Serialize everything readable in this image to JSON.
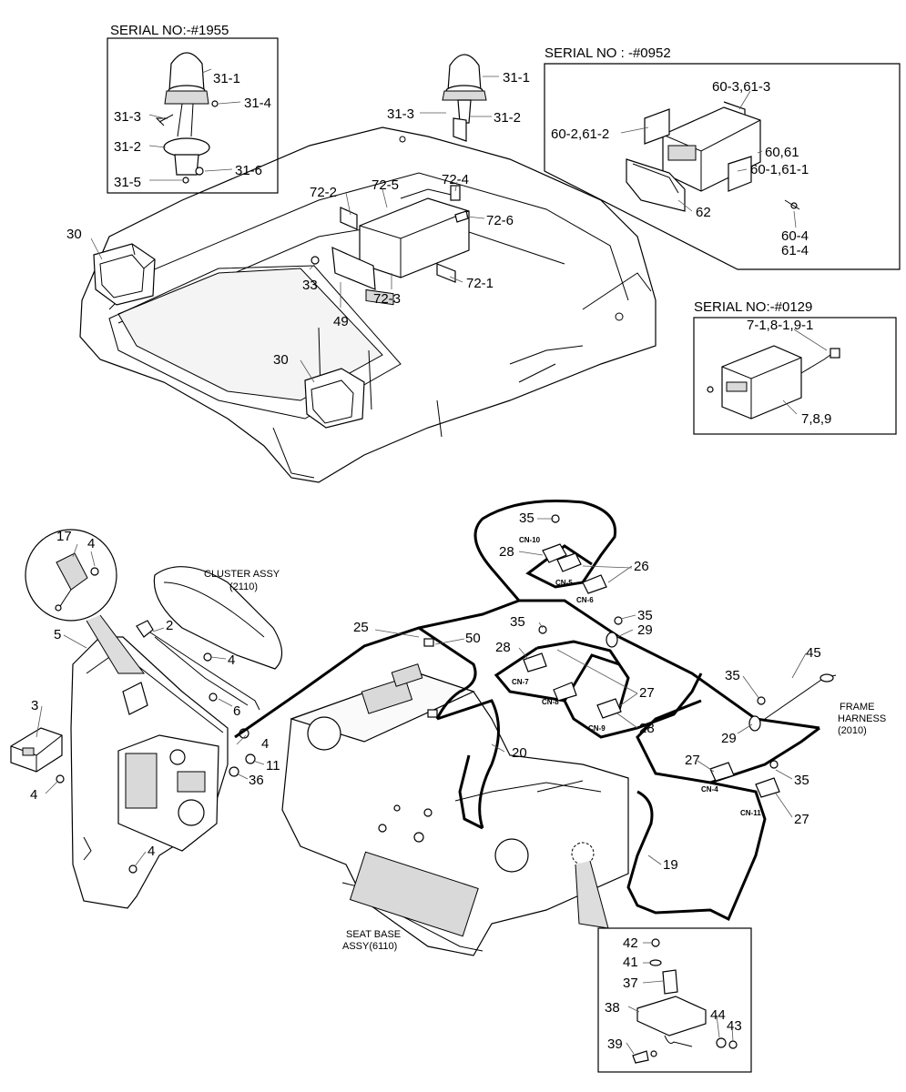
{
  "insets": {
    "beacon": {
      "serial": "SERIAL NO:-#1955",
      "labels": [
        "31-1",
        "31-3",
        "31-4",
        "31-2",
        "31-6",
        "31-5"
      ]
    },
    "radio_b": {
      "serial": "SERIAL NO : -#0952",
      "labels": [
        "60-3,61-3",
        "60-2,61-2",
        "60,61",
        "60-1,61-1",
        "62",
        "60-4",
        "61-4"
      ]
    },
    "radio_c": {
      "serial": "SERIAL NO:-#0129",
      "labels": [
        "7-1,8-1,9-1",
        "7,8,9"
      ]
    },
    "switch": {
      "labels": [
        "42",
        "41",
        "37",
        "38",
        "44",
        "43",
        "39"
      ]
    }
  },
  "cab_labels": [
    "31-1",
    "31-3",
    "31-2",
    "72-4",
    "72-5",
    "72-2",
    "72-6",
    "33",
    "72-1",
    "72-3",
    "49",
    "30",
    "30"
  ],
  "panel_labels": [
    "17",
    "4",
    "5",
    "2",
    "4",
    "3",
    "6",
    "4",
    "11",
    "36",
    "4",
    "4"
  ],
  "harness_labels": [
    "35",
    "28",
    "26",
    "25",
    "50",
    "35",
    "29",
    "35",
    "28",
    "27",
    "28",
    "20",
    "45",
    "35",
    "29",
    "27",
    "35",
    "27",
    "19"
  ],
  "connectors": [
    "CN-10",
    "CN-5",
    "CN-6",
    "CN-7",
    "CN-8",
    "CN-9",
    "CN-4",
    "CN-11"
  ],
  "notes": {
    "cluster_1": "CLUSTER ASSY",
    "cluster_2": "(2110)",
    "frame_1": "FRAME",
    "frame_2": "HARNESS",
    "frame_3": "(2010)",
    "seat_1": "SEAT BASE",
    "seat_2": "ASSY(6110)"
  }
}
